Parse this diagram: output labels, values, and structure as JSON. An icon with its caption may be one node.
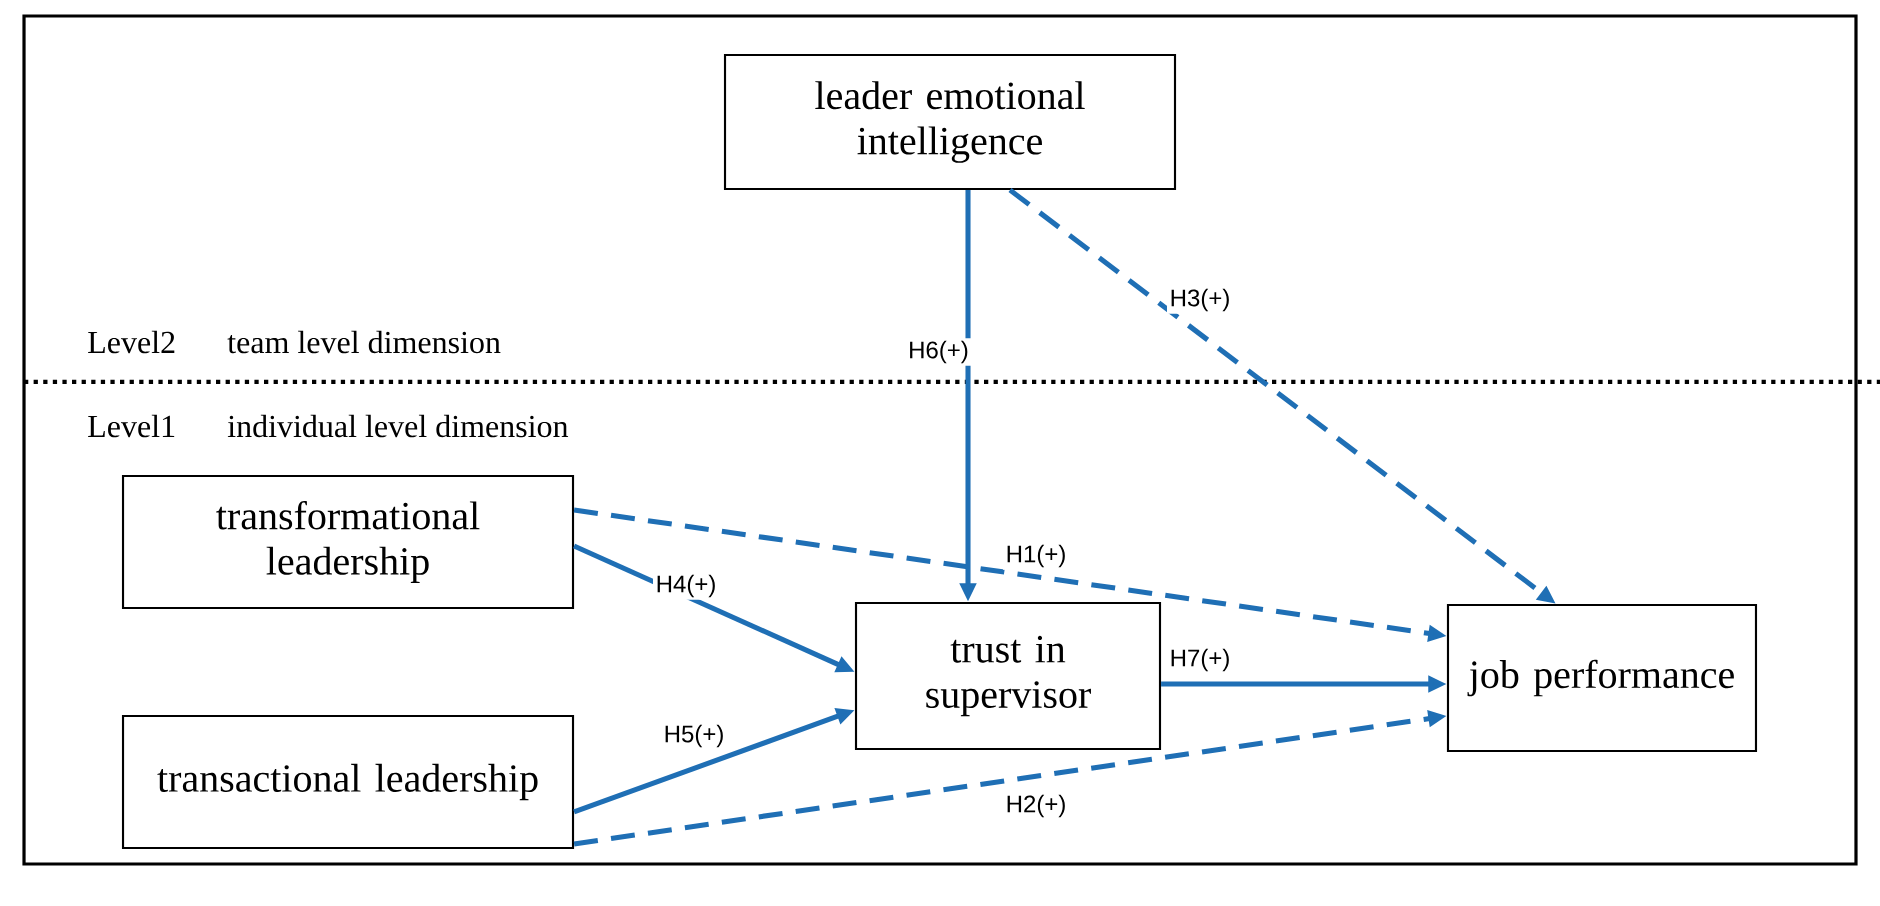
{
  "diagram": {
    "nodes": [
      {
        "text": [
          "leader emotional intelligence"
        ]
      },
      {
        "text": [
          "transformational leadership"
        ]
      },
      {
        "text": [
          "transactional leadership"
        ]
      },
      {
        "text": [
          "trust in supervisor"
        ]
      },
      {
        "text": [
          "job performance"
        ]
      }
    ],
    "edges": [
      {
        "from": 0,
        "to": 3,
        "arrow": "to",
        "label": "H6(+)"
      },
      {
        "from": 0,
        "to": 4,
        "arrow": "to",
        "label": "H3(+)",
        "style": "dashed"
      },
      {
        "from": 1,
        "to": 4,
        "arrow": "to",
        "label": "H1(+)",
        "style": "dashed"
      },
      {
        "from": 1,
        "to": 3,
        "arrow": "to",
        "label": "H4(+)"
      },
      {
        "from": 2,
        "to": 3,
        "arrow": "to",
        "label": "H5(+)"
      },
      {
        "from": 3,
        "to": 4,
        "arrow": "to",
        "label": "H7(+)"
      },
      {
        "from": 2,
        "to": 4,
        "arrow": "to",
        "label": "H2(+)",
        "style": "dashed"
      }
    ],
    "labels": [
      "Level2",
      "team level dimension",
      "Level1",
      "individual level dimension"
    ]
  }
}
